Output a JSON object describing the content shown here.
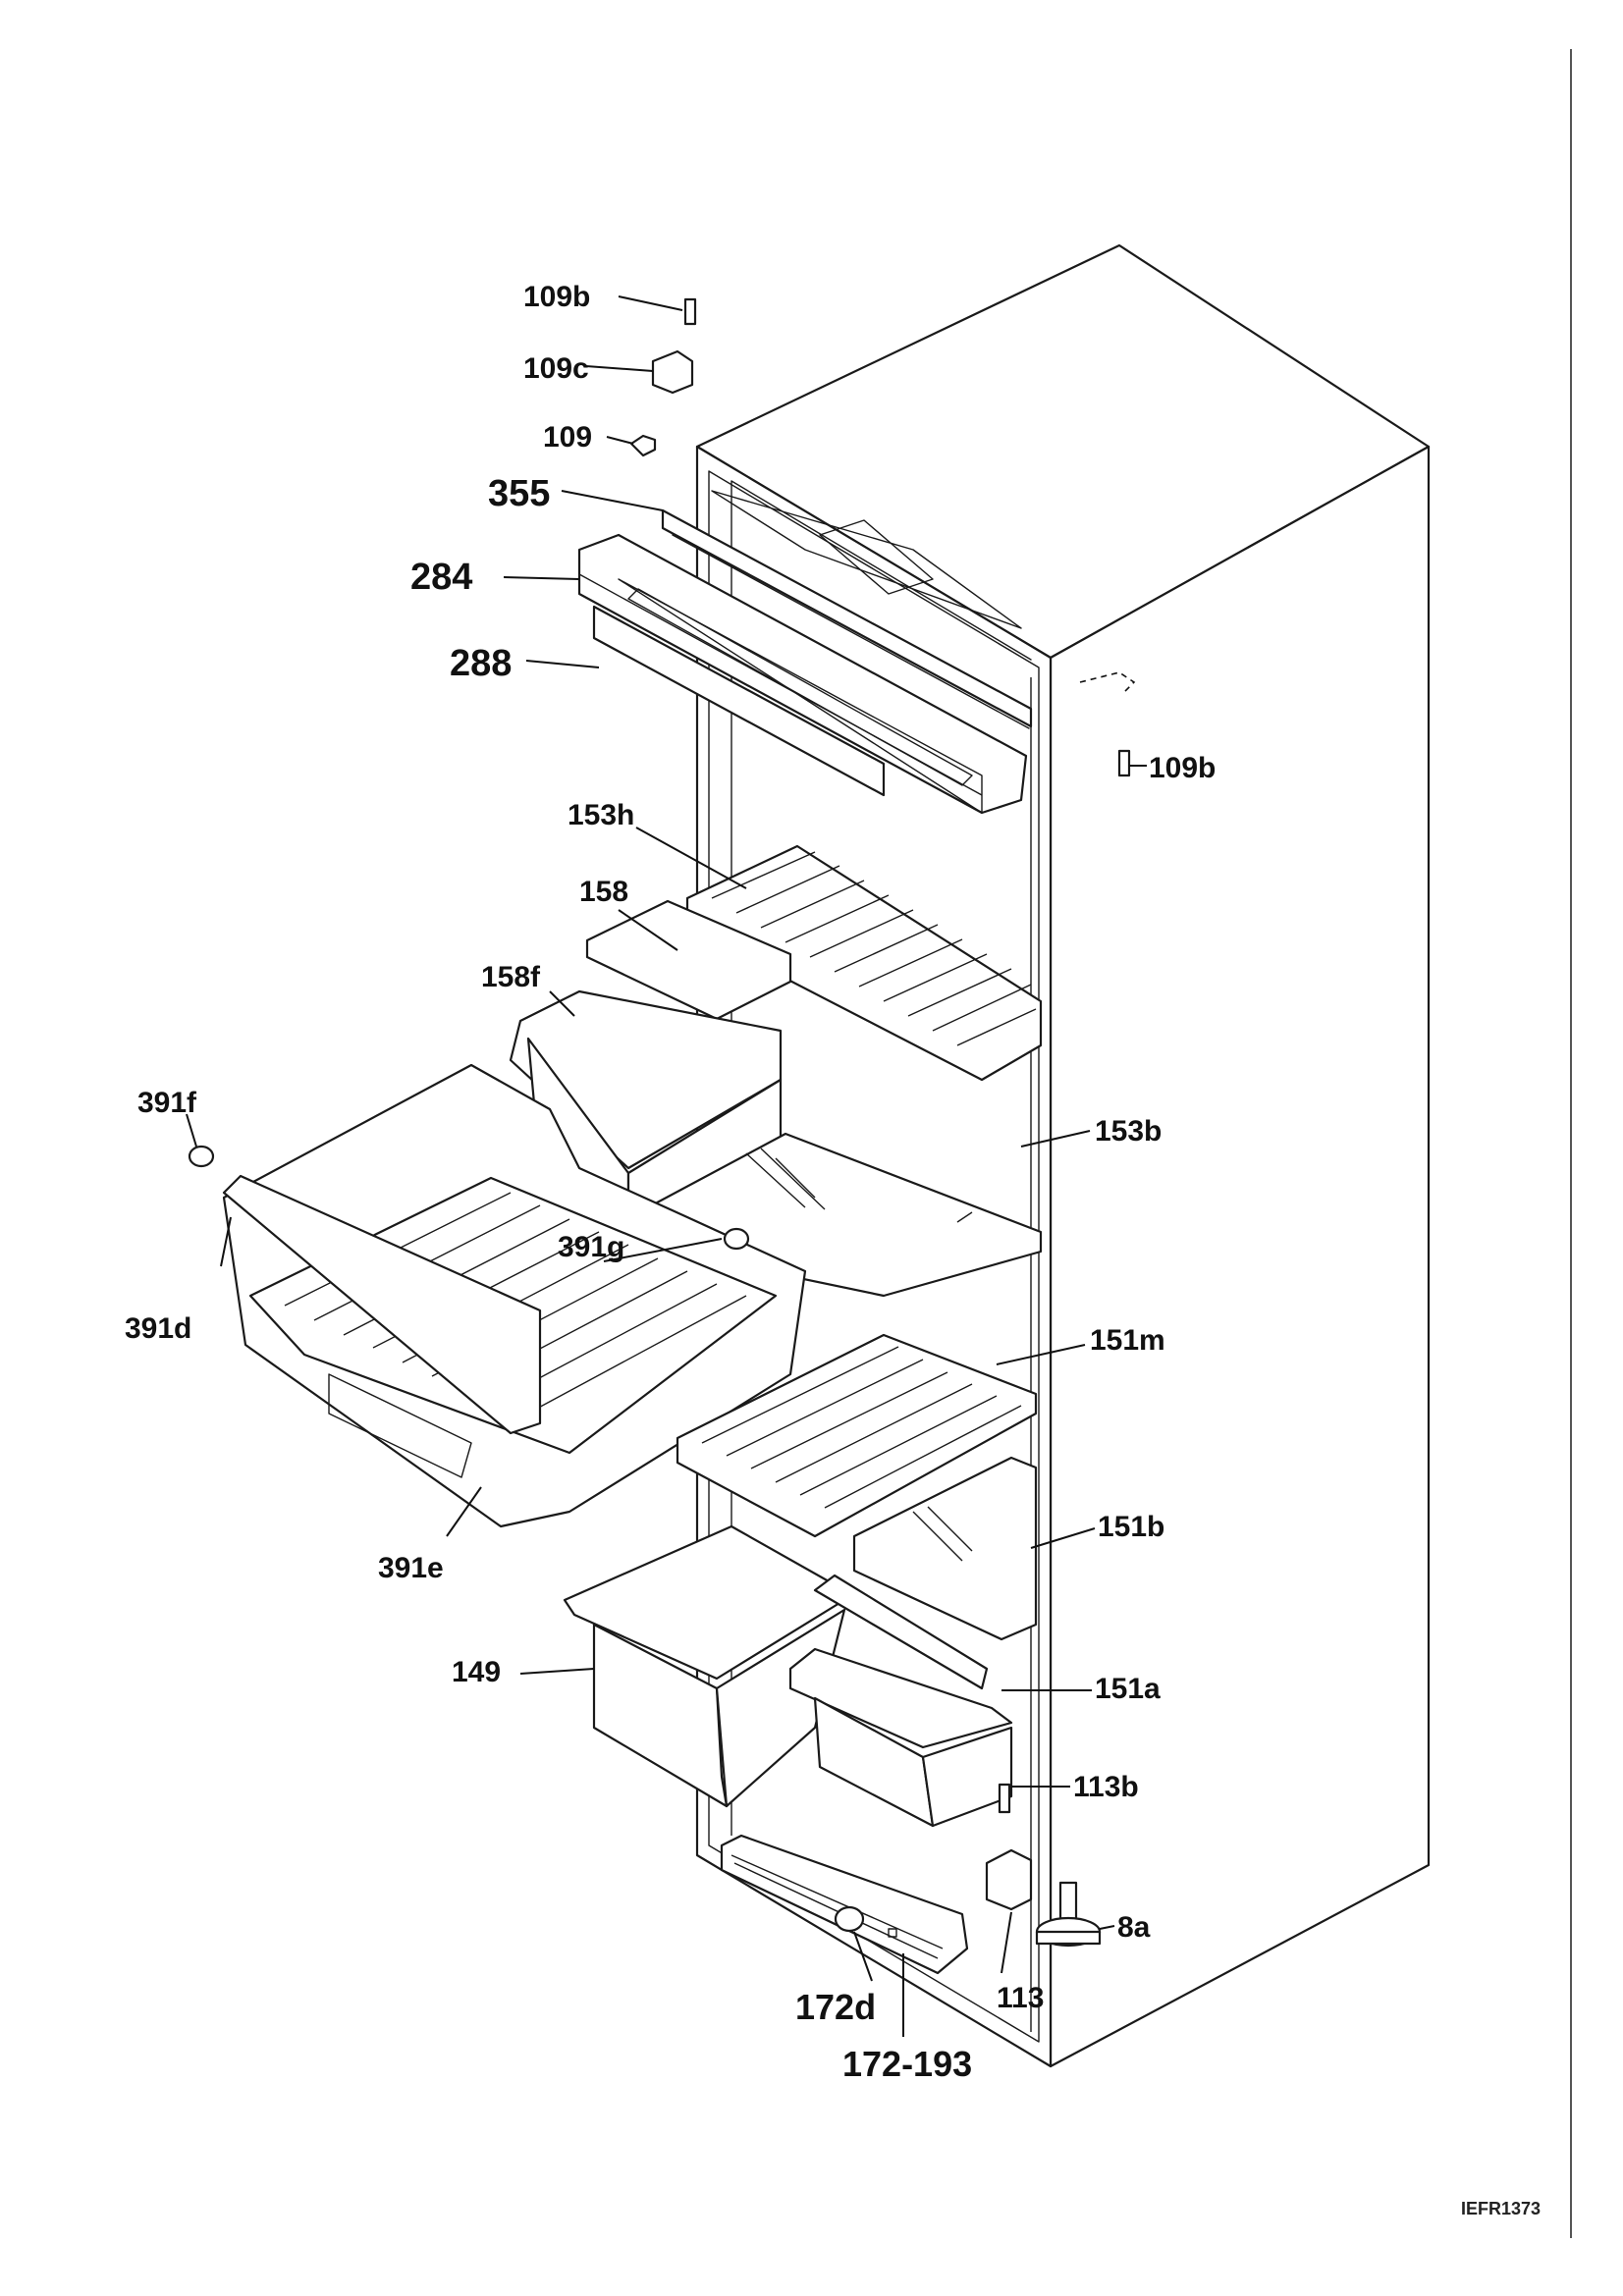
{
  "diagram": {
    "reference": "IEFR1373",
    "labels": [
      {
        "id": "109b_top",
        "text": "109b"
      },
      {
        "id": "109c",
        "text": "109c"
      },
      {
        "id": "109",
        "text": "109"
      },
      {
        "id": "355",
        "text": "355"
      },
      {
        "id": "284",
        "text": "284"
      },
      {
        "id": "288",
        "text": "288"
      },
      {
        "id": "109b_right",
        "text": "109b"
      },
      {
        "id": "153h",
        "text": "153h"
      },
      {
        "id": "158",
        "text": "158"
      },
      {
        "id": "158f",
        "text": "158f"
      },
      {
        "id": "391f",
        "text": "391f"
      },
      {
        "id": "391g",
        "text": "391g"
      },
      {
        "id": "153b",
        "text": "153b"
      },
      {
        "id": "391d",
        "text": "391d"
      },
      {
        "id": "151m",
        "text": "151m"
      },
      {
        "id": "151b",
        "text": "151b"
      },
      {
        "id": "391e",
        "text": "391e"
      },
      {
        "id": "149",
        "text": "149"
      },
      {
        "id": "151a",
        "text": "151a"
      },
      {
        "id": "113b",
        "text": "113b"
      },
      {
        "id": "8a",
        "text": "8a"
      },
      {
        "id": "172d",
        "text": "172d"
      },
      {
        "id": "113",
        "text": "113"
      },
      {
        "id": "172_193",
        "text": "172-193"
      }
    ]
  }
}
